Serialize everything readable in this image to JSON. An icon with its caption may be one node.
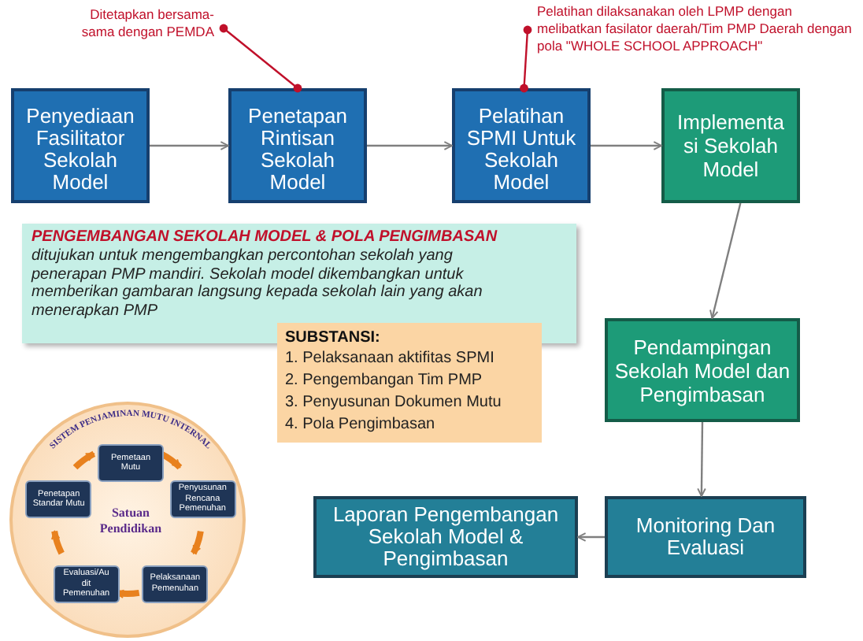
{
  "diagram": {
    "nodes": [
      {
        "text": [
          "Penyediaan Fasilitator Sekolah Model"
        ]
      },
      {
        "text": [
          "Penetapan Rintisan Sekolah Model"
        ]
      },
      {
        "text": [
          "Pelatihan SPMI Untuk Sekolah Model"
        ]
      },
      {
        "text": [
          "Implementa si Sekolah Model"
        ]
      },
      {
        "text": [
          "Pendampingan Sekolah Model dan Pengimbasan"
        ]
      },
      {
        "text": [
          "Monitoring Dan Evaluasi"
        ]
      },
      {
        "text": [
          "Laporan Pengembangan Sekolah Model & Pengimbasan"
        ]
      },
      {
        "text": [
          "Ditetapkan bersama-sama dengan PEMDA"
        ]
      },
      {
        "text": [
          "Pelatihan dilaksanakan oleh LPMP dengan melibatkan fasilator daerah/Tim PMP Daerah dengan pola \"WHOLE SCHOOL APPROACH\""
        ]
      },
      {
        "text": [
          "PENGEMBANGAN SEKOLAH MODEL & POLA PENGIMBASAN",
          "ditujukan untuk mengembangkan percontohan sekolah yang penerapan PMP mandiri. Sekolah model dikembangkan untuk memberikan gambaran langsung kepada sekolah lain yang akan menerapkan PMP"
        ]
      },
      {
        "text": [
          "SUBSTANSI:",
          "1. Pelaksanaan aktifitas SPMI",
          "2. Pengembangan Tim PMP",
          "3. Penyusunan Dokumen Mutu",
          "4. Pola Pengimbasan"
        ]
      },
      {
        "text": [
          "SISTEM PENJAMINAN MUTU INTERNAL",
          "Satuan Pendidikan"
        ]
      },
      {
        "text": [
          "Pemetaan Mutu"
        ],
        "in": 11
      },
      {
        "text": [
          "Penetapan Standar Mutu"
        ],
        "in": 11
      },
      {
        "text": [
          "Penyusunan Rencana Pemenuhan"
        ],
        "in": 11
      },
      {
        "text": [
          "Evaluasi/Au dit Pemenuhan"
        ],
        "in": 11
      },
      {
        "text": [
          "Pelaksanaan Pemenuhan"
        ],
        "in": 11
      }
    ],
    "edges": [
      {
        "from": 0,
        "to": 1,
        "arrow": "to"
      },
      {
        "from": 1,
        "to": 2,
        "arrow": "to"
      },
      {
        "from": 2,
        "to": 3,
        "arrow": "to"
      },
      {
        "from": 3,
        "to": 4,
        "arrow": "to"
      },
      {
        "from": 4,
        "to": 5,
        "arrow": "to"
      },
      {
        "from": 5,
        "to": 6,
        "arrow": "to"
      },
      {
        "from": 7,
        "to": 1,
        "arrow": "other",
        "color": "#c0102a"
      },
      {
        "from": 8,
        "to": 2,
        "arrow": "other",
        "color": "#c0102a"
      },
      {
        "from": 12,
        "to": 14,
        "arrow": "to",
        "style": "thick",
        "color": "#e8811e"
      },
      {
        "from": 14,
        "to": 16,
        "arrow": "to",
        "style": "thick",
        "color": "#e8811e"
      },
      {
        "from": 16,
        "to": 15,
        "arrow": "to",
        "style": "thick",
        "color": "#e8811e"
      },
      {
        "from": 15,
        "to": 13,
        "arrow": "to",
        "style": "thick",
        "color": "#e8811e"
      },
      {
        "from": 13,
        "to": 12,
        "arrow": "to",
        "style": "thick",
        "color": "#e8811e"
      }
    ]
  }
}
